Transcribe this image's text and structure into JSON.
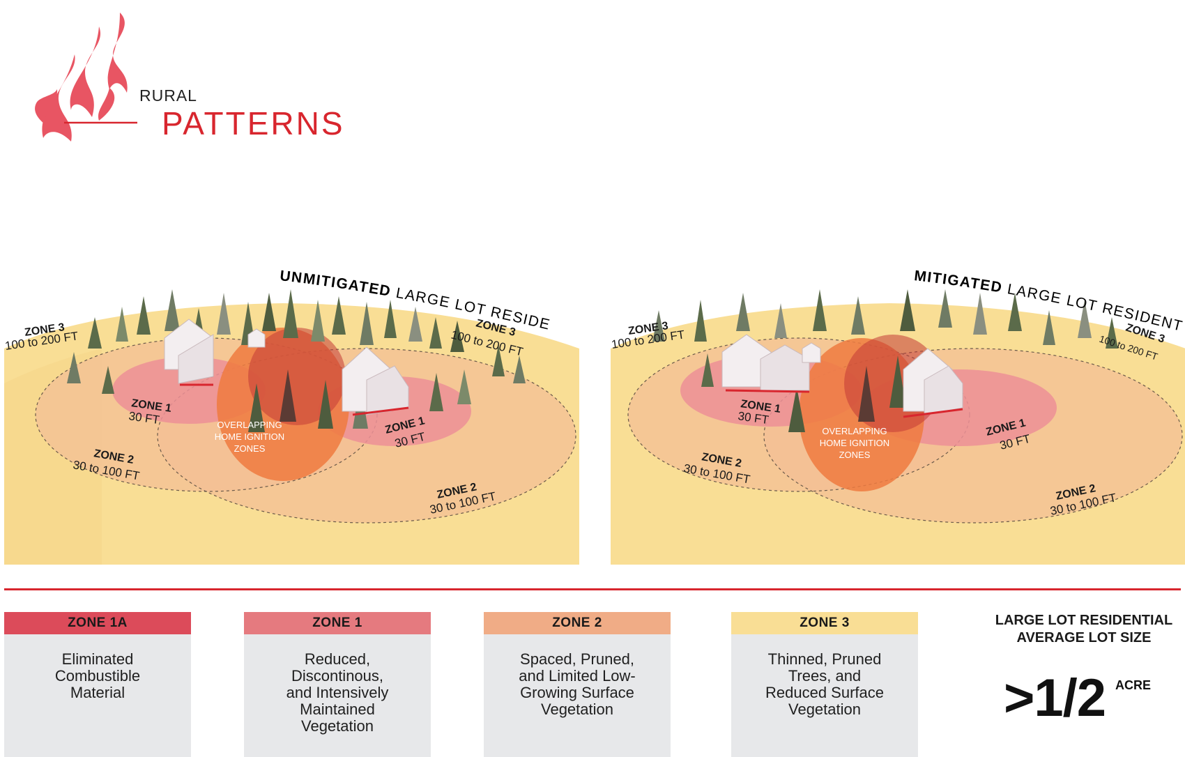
{
  "header": {
    "kicker": "RURAL",
    "title": "PATTERNS"
  },
  "panels": {
    "left": {
      "title_bold": "UNMITIGATED",
      "title_rest": " LARGE LOT RESIDENTIAL",
      "zone3_left": "ZONE 3",
      "zone3_left_dist": "100 to 200 FT",
      "zone3_right": "ZONE 3",
      "zone3_right_dist": "100 to 200 FT",
      "zone1_left": "ZONE 1",
      "zone1_left_dist": "30 FT",
      "zone1_right": "ZONE 1",
      "zone1_right_dist": "30 FT",
      "overlap_1": "OVERLAPPING",
      "overlap_2": "HOME IGNITION",
      "overlap_3": "ZONES",
      "zone2_left": "ZONE 2",
      "zone2_left_dist": "30 to 100 FT",
      "zone2_right": "ZONE 2",
      "zone2_right_dist": "30 to 100 FT"
    },
    "right": {
      "title_bold": "MITIGATED",
      "title_rest": " LARGE LOT RESIDENTIAL",
      "zone3_left": "ZONE 3",
      "zone3_left_dist": "100 to 200 FT",
      "zone3_right": "ZONE 3",
      "zone3_right_dist": "100 to 200 FT",
      "zone1_left": "ZONE 1",
      "zone1_left_dist": "30 FT",
      "zone1_right": "ZONE 1",
      "zone1_right_dist": "30 FT",
      "overlap_1": "OVERLAPPING",
      "overlap_2": "HOME IGNITION",
      "overlap_3": "ZONES",
      "zone2_left": "ZONE 2",
      "zone2_left_dist": "30 to 100 FT",
      "zone2_right": "ZONE 2",
      "zone2_right_dist": "30 to 100 FT"
    }
  },
  "legend": {
    "zone1a": {
      "title": "ZONE 1A",
      "lines": [
        "Eliminated",
        "Combustible",
        "Material"
      ],
      "color": "#dc4b5a"
    },
    "zone1": {
      "title": "ZONE 1",
      "lines": [
        "Reduced,",
        "Discontinous,",
        "and Intensively",
        "Maintained",
        "Vegetation"
      ],
      "color": "#e57a7f"
    },
    "zone2": {
      "title": "ZONE 2",
      "lines": [
        "Spaced, Pruned,",
        "and Limited Low-",
        "Growing Surface",
        "Vegetation"
      ],
      "color": "#f0ac86"
    },
    "zone3": {
      "title": "ZONE 3",
      "lines": [
        "Thinned, Pruned",
        "Trees, and",
        "Reduced Surface",
        "Vegetation"
      ],
      "color": "#f9de95"
    }
  },
  "lot_size": {
    "title_line1": "LARGE LOT RESIDENTIAL",
    "title_line2": "AVERAGE LOT SIZE",
    "value": ">1/2",
    "unit": "ACRE"
  },
  "colors": {
    "brand_red": "#d8262e",
    "zone1a": "#dc4b5a",
    "zone1": "#e57a7f",
    "zone2": "#f0ac86",
    "zone3": "#f9de95",
    "card_body": "#e7e8ea"
  },
  "icons": [
    "flame-logo-icon",
    "house-icon",
    "tree-icon"
  ]
}
